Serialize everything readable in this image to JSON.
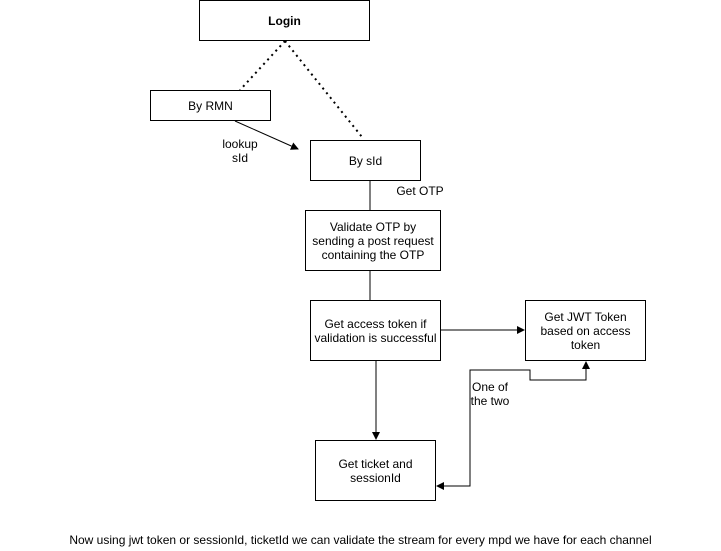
{
  "nodes": {
    "login": "Login",
    "by_rmn": "By RMN",
    "by_sid": "By sId",
    "validate_otp": "Validate OTP by sending a post request containing the OTP",
    "access_token": "Get access token if validation is successful",
    "jwt_token": "Get JWT Token based on access token",
    "ticket": "Get ticket and sessionId"
  },
  "edge_labels": {
    "lookup": "lookup",
    "sid": "sId",
    "get_otp": "Get OTP",
    "one_of_the_two": "One of the two"
  },
  "footer": "Now using jwt token or sessionId, ticketId we can validate the stream for every mpd we have for each channel"
}
